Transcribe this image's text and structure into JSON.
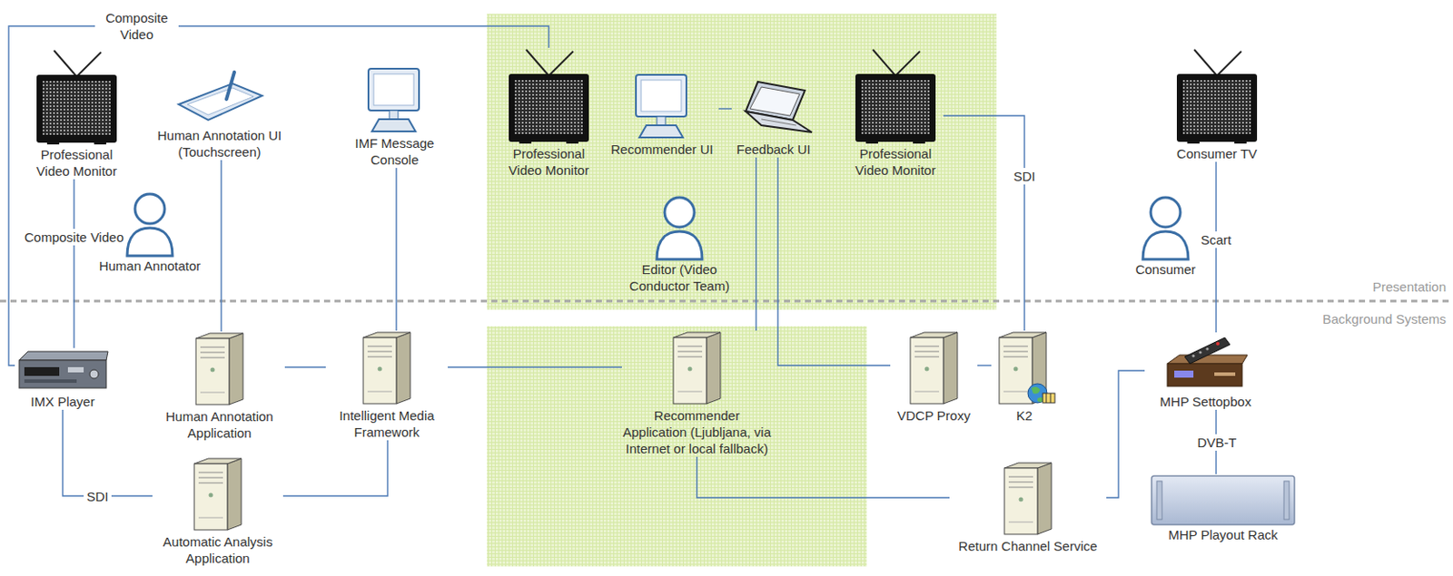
{
  "diagram": {
    "nodes": [
      {
        "text": [
          "Professional Video Monitor"
        ]
      },
      {
        "text": [
          "Human Annotation UI (Touchscreen)"
        ]
      },
      {
        "text": [
          "IMF Message Console"
        ]
      },
      {
        "text": [
          "Professional Video Monitor"
        ]
      },
      {
        "text": [
          "Recommender UI"
        ]
      },
      {
        "text": [
          "Feedback UI"
        ]
      },
      {
        "text": [
          "Professional Video Monitor"
        ]
      },
      {
        "text": [
          "Consumer TV"
        ]
      },
      {
        "text": [
          "Human Annotator"
        ]
      },
      {
        "text": [
          "Editor (Video Conductor Team)"
        ]
      },
      {
        "text": [
          "Consumer"
        ]
      },
      {
        "text": [
          "IMX Player"
        ]
      },
      {
        "text": [
          "Human Annotation Application"
        ]
      },
      {
        "text": [
          "Intelligent Media Framework"
        ]
      },
      {
        "text": [
          "Recommender Application (Ljubljana, via Internet or local fallback)"
        ]
      },
      {
        "text": [
          "VDCP Proxy"
        ]
      },
      {
        "text": [
          "K2"
        ]
      },
      {
        "text": [
          "MHP Settopbox"
        ]
      },
      {
        "text": [
          "Automatic Analysis Application"
        ]
      },
      {
        "text": [
          "Return Channel Service"
        ]
      },
      {
        "text": [
          "MHP Playout Rack"
        ]
      }
    ],
    "edges": [
      {
        "from": 11,
        "to": 0,
        "label": "Composite Video",
        "arrow": "none"
      },
      {
        "from": 11,
        "to": 3,
        "label": "Composite Video",
        "arrow": "none"
      },
      {
        "from": 11,
        "to": 18,
        "label": "SDI",
        "arrow": "none"
      },
      {
        "from": 1,
        "to": 12,
        "arrow": "none"
      },
      {
        "from": 12,
        "to": 13,
        "arrow": "none"
      },
      {
        "from": 2,
        "to": 13,
        "arrow": "none"
      },
      {
        "from": 18,
        "to": 13,
        "arrow": "none"
      },
      {
        "from": 13,
        "to": 14,
        "arrow": "none"
      },
      {
        "from": 4,
        "to": 5,
        "arrow": "none"
      },
      {
        "from": 5,
        "to": 14,
        "arrow": "none"
      },
      {
        "from": 5,
        "to": 15,
        "arrow": "none"
      },
      {
        "from": 15,
        "to": 16,
        "arrow": "none"
      },
      {
        "from": 16,
        "to": 6,
        "label": "SDI",
        "arrow": "none"
      },
      {
        "from": 7,
        "to": 17,
        "label": "Scart",
        "arrow": "none"
      },
      {
        "from": 17,
        "to": 20,
        "label": "DVB-T",
        "arrow": "none"
      },
      {
        "from": 19,
        "to": 17,
        "arrow": "none"
      },
      {
        "from": 14,
        "to": 19,
        "arrow": "none"
      }
    ],
    "labels": [
      "Presentation",
      "Background Systems"
    ]
  }
}
